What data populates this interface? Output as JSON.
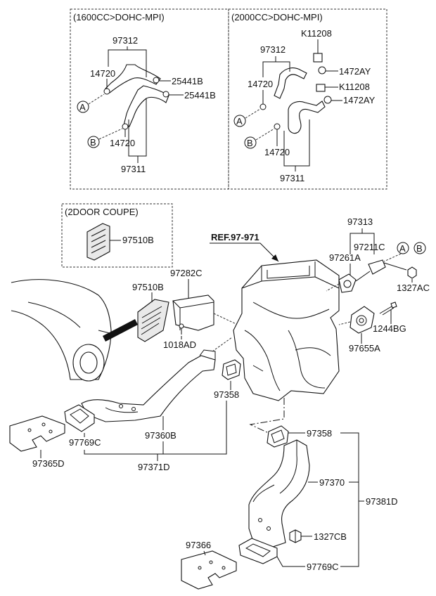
{
  "sections": {
    "box_1600": "(1600CC>DOHC-MPI)",
    "box_2000": "(2000CC>DOHC-MPI)",
    "box_coupe": "(2DOOR COUPE)"
  },
  "markers": {
    "a": "A",
    "b": "B"
  },
  "parts_1600": {
    "p97312": "97312",
    "p14720_top": "14720",
    "p25441b_1": "25441B",
    "p25441b_2": "25441B",
    "p14720_bot": "14720",
    "p97311": "97311"
  },
  "parts_2000": {
    "k11208_1": "K11208",
    "p97312": "97312",
    "p1472ay_1": "1472AY",
    "p14720_top": "14720",
    "k11208_2": "K11208",
    "p1472ay_2": "1472AY",
    "p14720_bot": "14720",
    "p97311": "97311"
  },
  "parts_main": {
    "p97510b_coupe": "97510B",
    "p97313": "97313",
    "ref": "REF.97-971",
    "p97211c": "97211C",
    "p97261a": "97261A",
    "p97282c": "97282C",
    "p97510b": "97510B",
    "p1327ac": "1327AC",
    "p1244bg": "1244BG",
    "p1018ad": "1018AD",
    "p97655a": "97655A",
    "p97358_a": "97358",
    "p97769c_a": "97769C",
    "p97360b": "97360B",
    "p97365d": "97365D",
    "p97371d": "97371D",
    "p97358_b": "97358",
    "p97370": "97370",
    "p97381d": "97381D",
    "p1327cb": "1327CB",
    "p97366": "97366",
    "p97769c_b": "97769C"
  }
}
